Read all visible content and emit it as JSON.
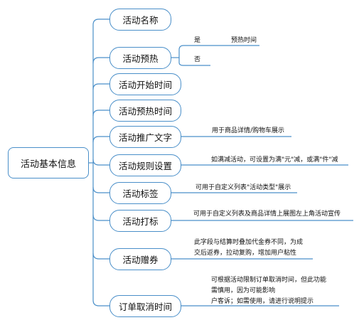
{
  "root": {
    "label": "活动基本信息"
  },
  "branches": [
    {
      "label": "活动名称"
    },
    {
      "label": "活动预热"
    },
    {
      "label": "活动开始时间"
    },
    {
      "label": "活动预热时间"
    },
    {
      "label": "活动推广文字"
    },
    {
      "label": "活动规则设置"
    },
    {
      "label": "活动标签"
    },
    {
      "label": "活动打标"
    },
    {
      "label": "活动赠券"
    },
    {
      "label": "订单取消时间"
    }
  ],
  "preheat": {
    "yes": "是",
    "yes_detail": "预热时间",
    "no": "否"
  },
  "notes": {
    "promo_text": "用于商品详情/购物车展示",
    "rule_setting": "如满减活动，可设置为满\"元\"减，或满\"件\"减",
    "tag": "可用于自定义列表\"活动类型\"展示",
    "mark": "可用于自定义列表及商品详情上展图左上角活动宣传",
    "coupon_line1": "此字段与结算时叠加代金券不同，为成",
    "coupon_line2": "交后返券，拉动复购，增加用户粘性",
    "cancel_line1": "可根据活动限制订单取消时间，但此功能",
    "cancel_line2": "需慎用，因为可能影响",
    "cancel_line3": "户客诉；如需使用，请进行说明提示"
  },
  "colors": {
    "line": "#4a8fc9",
    "node_border": "#4a8fc9",
    "text": "#111111"
  }
}
